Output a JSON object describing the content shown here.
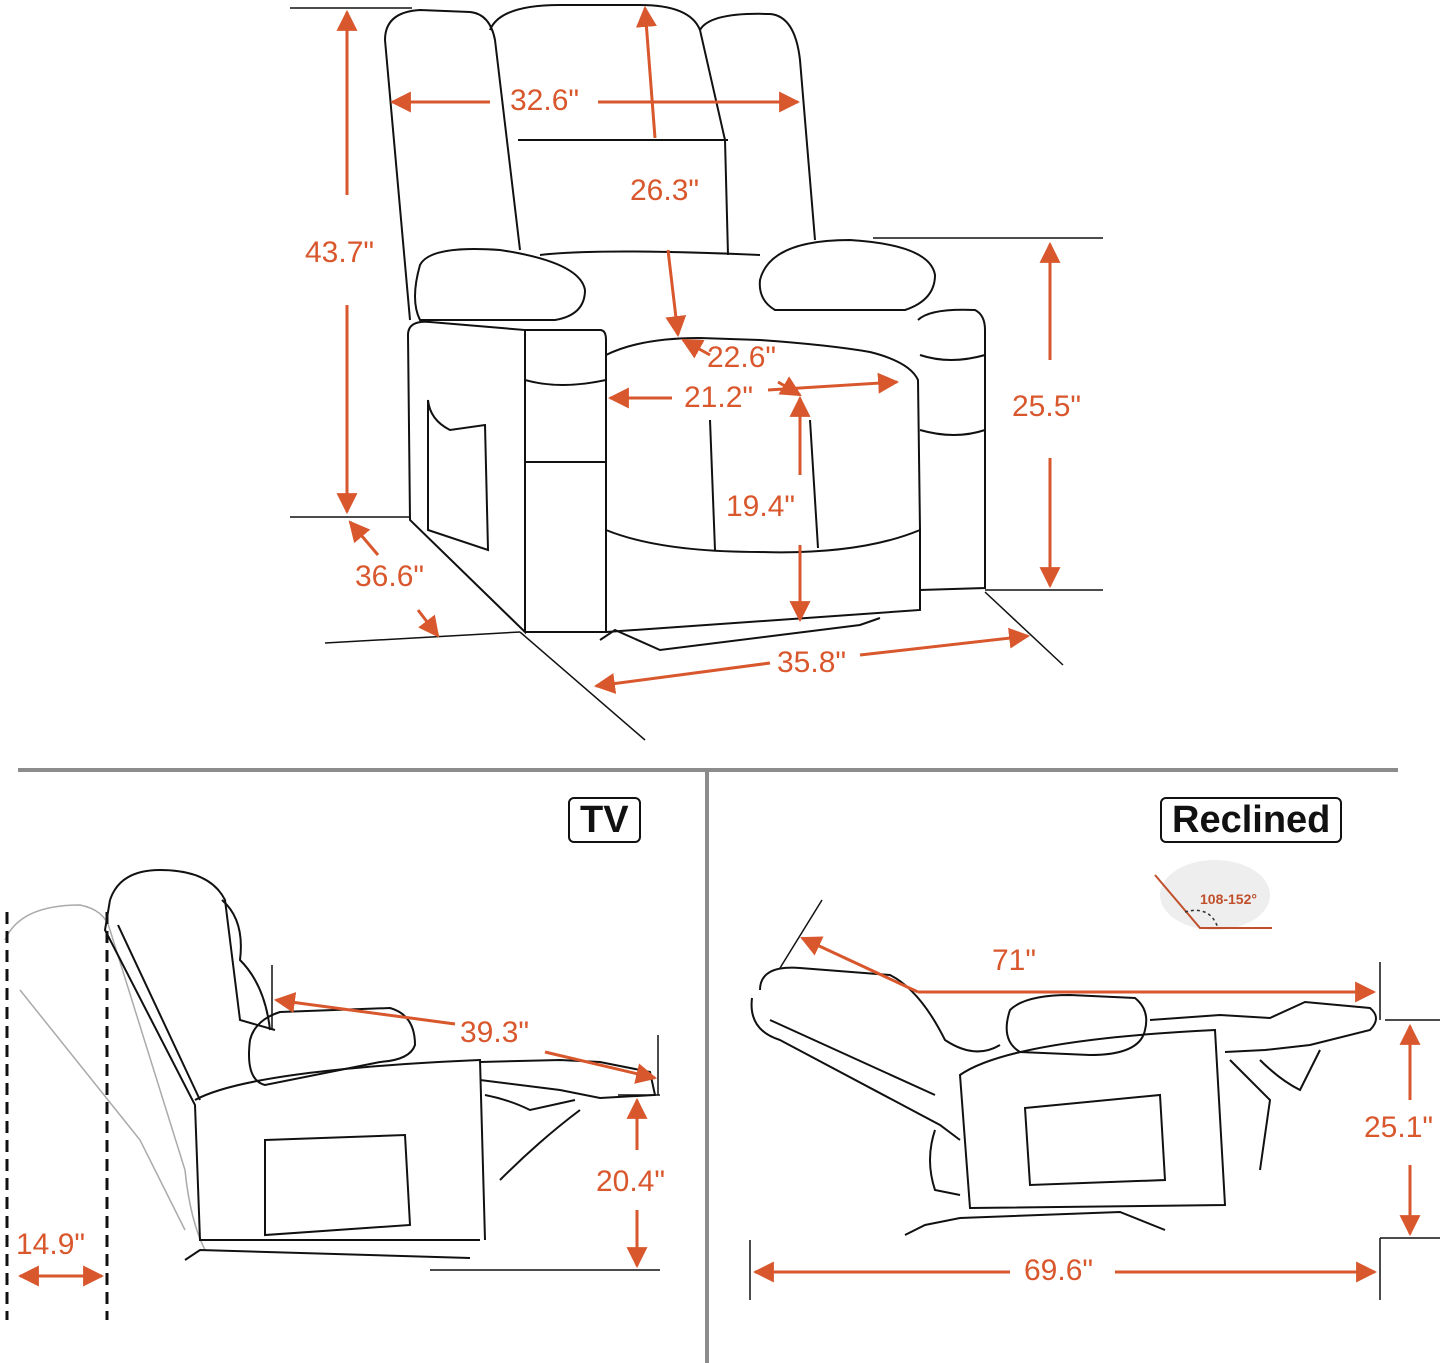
{
  "accent_color": "#d9572d",
  "line_color": "#111111",
  "divider_color": "#8c8c8c",
  "front_view": {
    "dimensions": {
      "total_height": "43.7\"",
      "back_width": "32.6\"",
      "back_height": "26.3\"",
      "seat_depth": "22.6\"",
      "seat_width": "21.2\"",
      "seat_height": "19.4\"",
      "arm_height": "25.5\"",
      "depth": "36.6\"",
      "width": "35.8\""
    }
  },
  "tv_view": {
    "label": "TV",
    "dimensions": {
      "length": "39.3\"",
      "footrest_height": "20.4\"",
      "wall_clearance": "14.9\""
    }
  },
  "reclined_view": {
    "label": "Reclined",
    "angle": "108-152°",
    "dimensions": {
      "length": "71\"",
      "height": "25.1\"",
      "floor_length": "69.6\""
    }
  }
}
